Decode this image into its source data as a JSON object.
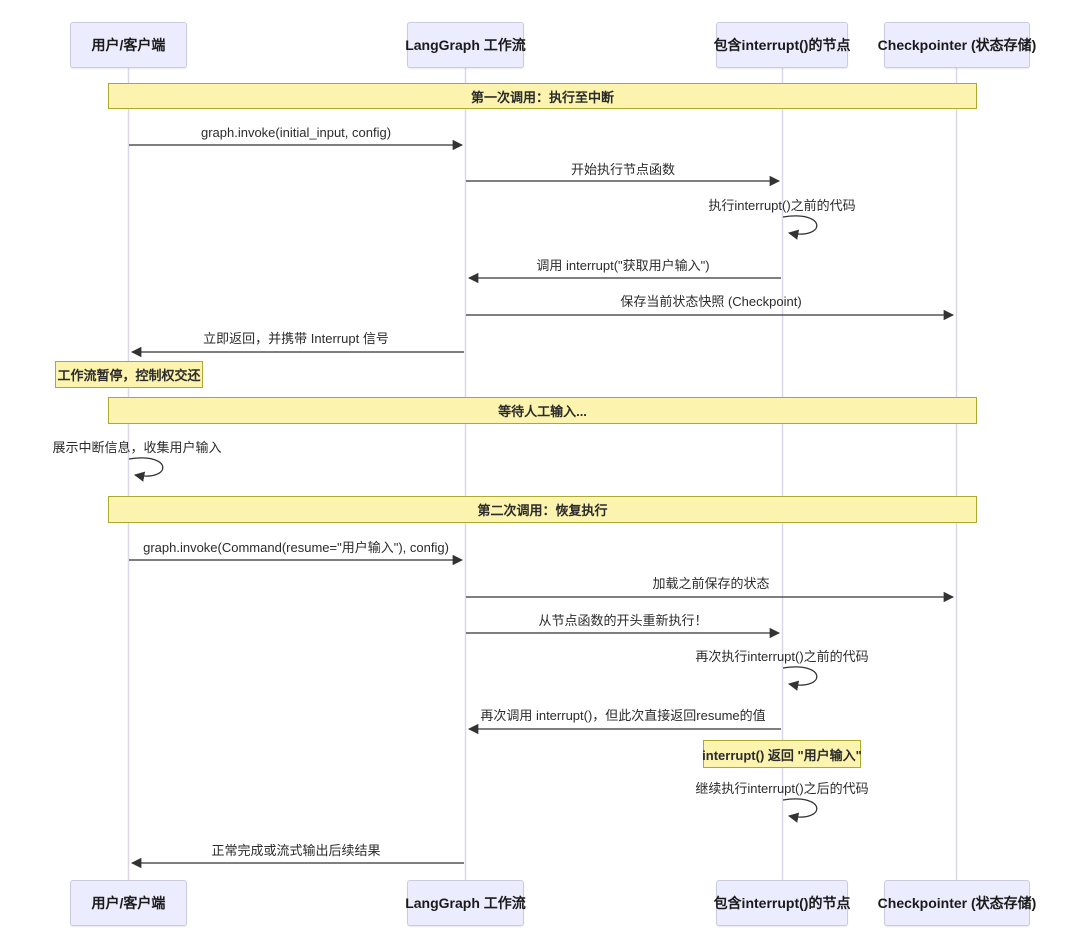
{
  "participants": [
    {
      "name": "用户/客户端"
    },
    {
      "name": "LangGraph 工作流"
    },
    {
      "name": "包含interrupt()的节点"
    },
    {
      "name": "Checkpointer (状态存储)"
    }
  ],
  "sections": [
    {
      "label": "第一次调用：执行至中断"
    },
    {
      "label": "等待人工输入..."
    },
    {
      "label": "第二次调用：恢复执行"
    }
  ],
  "messages": [
    {
      "label": "graph.invoke(initial_input, config)",
      "from": "用户/客户端",
      "to": "LangGraph 工作流",
      "type": "solid-arrow"
    },
    {
      "label": "开始执行节点函数",
      "from": "LangGraph 工作流",
      "to": "包含interrupt()的节点",
      "type": "solid-arrow"
    },
    {
      "label": "执行interrupt()之前的代码",
      "from": "包含interrupt()的节点",
      "to": "包含interrupt()的节点",
      "type": "self-loop"
    },
    {
      "label": "调用 interrupt(\"获取用户输入\")",
      "from": "包含interrupt()的节点",
      "to": "LangGraph 工作流",
      "type": "solid-arrow"
    },
    {
      "label": "保存当前状态快照 (Checkpoint)",
      "from": "LangGraph 工作流",
      "to": "Checkpointer (状态存储)",
      "type": "solid-arrow"
    },
    {
      "label": "立即返回，并携带 Interrupt 信号",
      "from": "LangGraph 工作流",
      "to": "用户/客户端",
      "type": "solid-arrow"
    },
    {
      "label": "展示中断信息，收集用户输入",
      "from": "用户/客户端",
      "to": "用户/客户端",
      "type": "self-loop"
    },
    {
      "label": "graph.invoke(Command(resume=\"用户输入\"), config)",
      "from": "用户/客户端",
      "to": "LangGraph 工作流",
      "type": "solid-arrow"
    },
    {
      "label": "加载之前保存的状态",
      "from": "LangGraph 工作流",
      "to": "Checkpointer (状态存储)",
      "type": "solid-arrow"
    },
    {
      "label": "从节点函数的开头重新执行！",
      "from": "LangGraph 工作流",
      "to": "包含interrupt()的节点",
      "type": "solid-arrow"
    },
    {
      "label": "再次执行interrupt()之前的代码",
      "from": "包含interrupt()的节点",
      "to": "包含interrupt()的节点",
      "type": "self-loop"
    },
    {
      "label": "再次调用 interrupt()，但此次直接返回resume的值",
      "from": "包含interrupt()的节点",
      "to": "LangGraph 工作流",
      "type": "solid-arrow"
    },
    {
      "label": "继续执行interrupt()之后的代码",
      "from": "包含interrupt()的节点",
      "to": "包含interrupt()的节点",
      "type": "self-loop"
    },
    {
      "label": "正常完成或流式输出后续结果",
      "from": "LangGraph 工作流",
      "to": "用户/客户端",
      "type": "solid-arrow"
    }
  ],
  "notes": [
    {
      "label": "工作流暂停，控制权交还",
      "over": "用户/客户端"
    },
    {
      "label": "interrupt() 返回 \"用户输入\"",
      "over": "包含interrupt()的节点"
    }
  ],
  "colors": {
    "participant_fill": "#ECECFF",
    "participant_border": "#CBCBE0",
    "note_fill": "#FBF3AE",
    "note_border": "#AAAA33",
    "lifeline": "#D8D8EA",
    "arrow": "#333333"
  }
}
